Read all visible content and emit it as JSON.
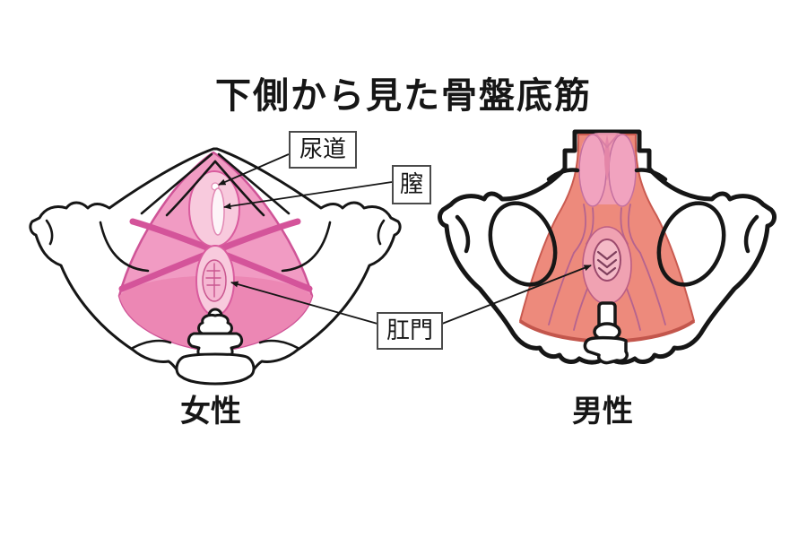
{
  "title": "下側から見た骨盤底筋",
  "annotations": {
    "urethra": "尿道",
    "vagina": "膣",
    "anus": "肛門"
  },
  "captions": {
    "female": "女性",
    "male": "男性"
  },
  "colors": {
    "female_muscle": "#f19bc3",
    "female_muscle_edge": "#cf5497",
    "female_band": "#d4549a",
    "female_opening_light": "#f8cadd",
    "female_opening_inner": "#f5b7d2",
    "male_muscle": "#ed8a7c",
    "male_muscle_edge": "#c95a50",
    "male_bulb_pink": "#f1a3bf",
    "male_anus_outer": "#f0a2b2",
    "male_anus_inner": "#f4bac7",
    "chevron": "#7e3f5c",
    "bone_outline": "#161616",
    "label_border": "#4a4a4a"
  }
}
